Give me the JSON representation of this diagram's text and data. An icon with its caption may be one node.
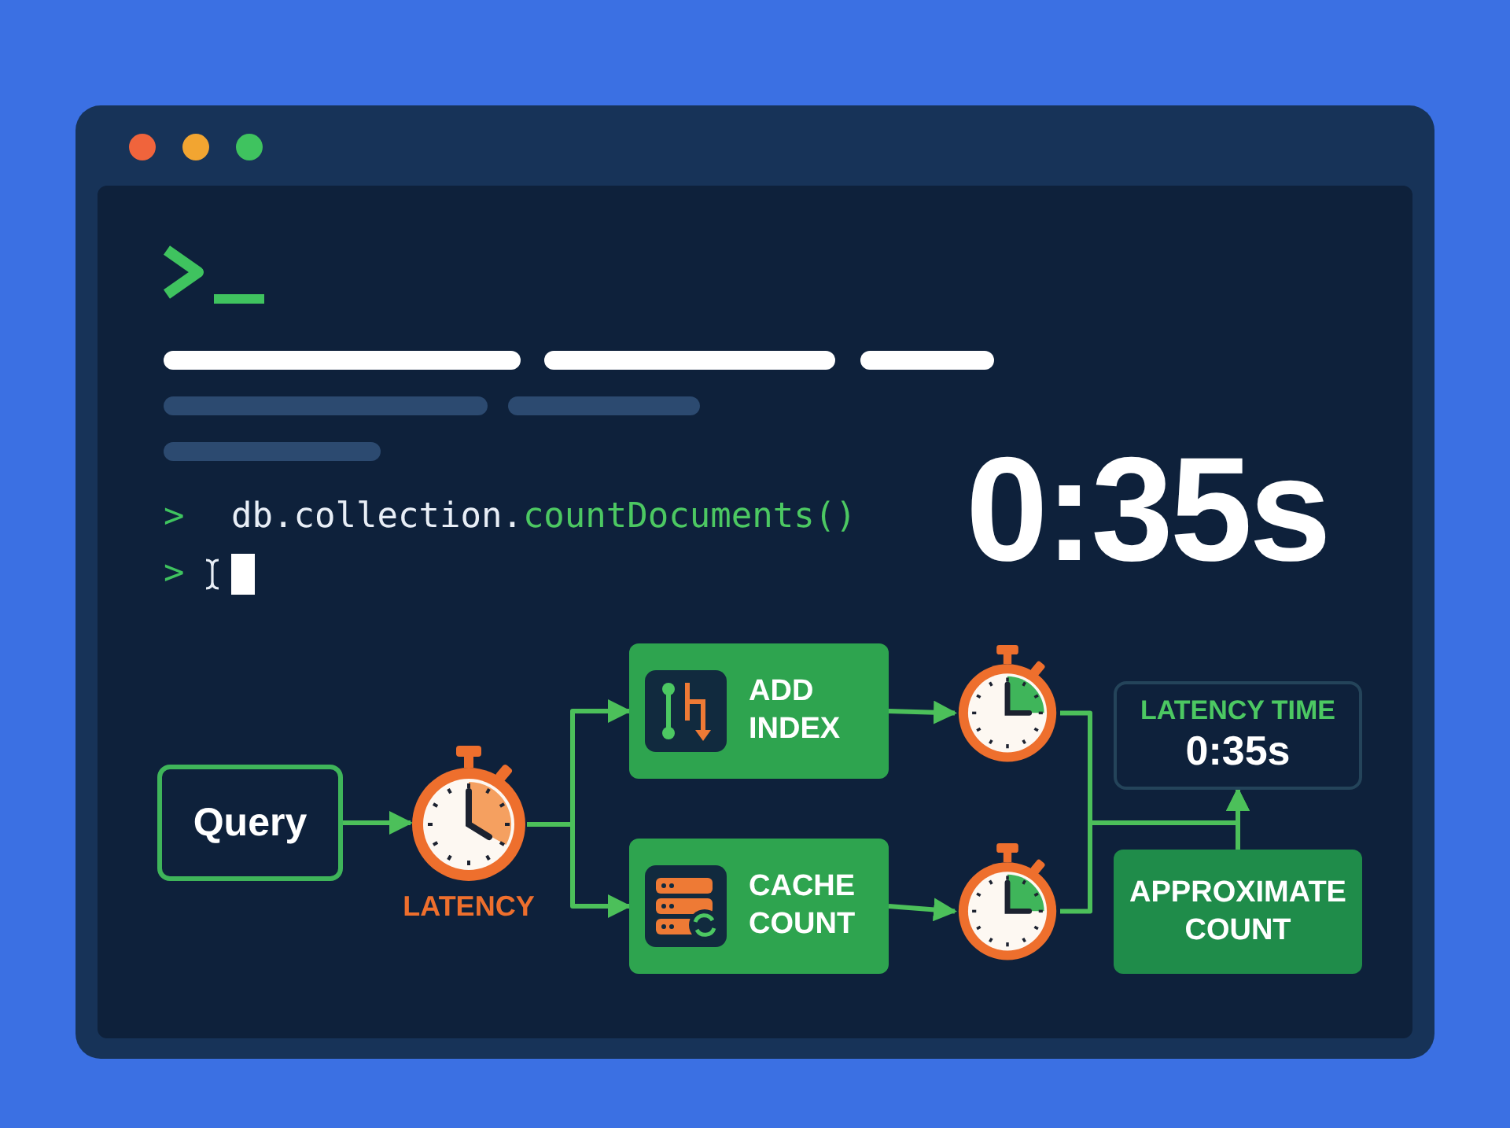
{
  "diagram": {
    "nodes": [
      {
        "text": [
          "Query"
        ]
      },
      {
        "text": [],
        "shape": "picture",
        "beside": [
          "LATENCY"
        ]
      },
      {
        "text": [
          "ADD INDEX"
        ]
      },
      {
        "text": [
          "CACHE COUNT"
        ]
      },
      {
        "text": [],
        "shape": "picture"
      },
      {
        "text": [],
        "shape": "picture"
      },
      {
        "text": [
          "LATENCY TIME",
          "0:35s"
        ]
      },
      {
        "text": [
          "APPROXIMATE COUNT"
        ]
      }
    ],
    "edges": [
      {
        "from": 0,
        "to": 1,
        "arrow": "to"
      },
      {
        "from": 1,
        "to": 2,
        "arrow": "to"
      },
      {
        "from": 1,
        "to": 3,
        "arrow": "to"
      },
      {
        "from": 2,
        "to": 4,
        "arrow": "to"
      },
      {
        "from": 3,
        "to": 5,
        "arrow": "to"
      },
      {
        "from": 4,
        "to": 6,
        "arrow": "to"
      },
      {
        "from": 5,
        "to": 6,
        "arrow": "to"
      },
      {
        "from": 7,
        "to": 6,
        "arrow": "to"
      }
    ],
    "labels": [
      ">",
      "db.collection.countDocuments()",
      "0:35s",
      ">"
    ]
  }
}
